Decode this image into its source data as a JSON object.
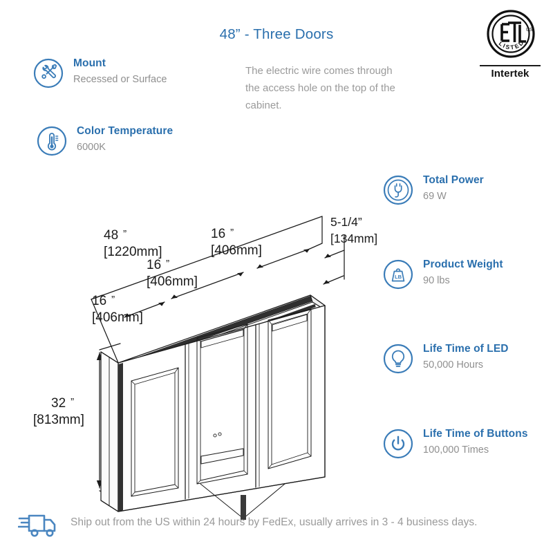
{
  "title": "48” - Three Doors",
  "certification": {
    "mark_text": "ETL",
    "mark_sub": "LISTED",
    "brand": "Intertek"
  },
  "note": "The electric wire comes through the access hole on the top of the cabinet.",
  "features_left": [
    {
      "icon": "tools-icon",
      "label": "Mount",
      "value": "Recessed or Surface"
    },
    {
      "icon": "thermometer-icon",
      "label": "Color Temperature",
      "value": "6000K"
    }
  ],
  "features_right": [
    {
      "icon": "power-plug-icon",
      "label": "Total Power",
      "value": "69 W"
    },
    {
      "icon": "weight-icon",
      "label": "Product Weight",
      "value": "90 lbs"
    },
    {
      "icon": "light-bulb-icon",
      "label": "Life Time of LED",
      "value": "50,000 Hours"
    },
    {
      "icon": "power-button-icon",
      "label": "Life Time of Buttons",
      "value": "100,000 Times"
    }
  ],
  "dimensions": {
    "overall_width": {
      "inches": "48",
      "unit": "”",
      "mm": "[1220mm]"
    },
    "door_top": {
      "inches": "16",
      "unit": "”",
      "mm": "[406mm]"
    },
    "door_mid": {
      "inches": "16",
      "unit": "”",
      "mm": "[406mm]"
    },
    "door_bottom": {
      "inches": "16",
      "unit": "”",
      "mm": "[406mm]"
    },
    "depth": {
      "inches": "5-1/4”",
      "mm": "[134mm]"
    },
    "height": {
      "inches": "32",
      "unit": "”",
      "mm": "[813mm]"
    }
  },
  "shipping": {
    "icon": "delivery-truck-icon",
    "text": "Ship out from the US within 24 hours by FedEx, usually arrives in 3 - 4 business days."
  },
  "colors": {
    "accent_blue": "#2a6fad",
    "icon_blue": "#3a7cb8",
    "body_gray": "#9a9a9a",
    "line_black": "#1b1b1b"
  }
}
